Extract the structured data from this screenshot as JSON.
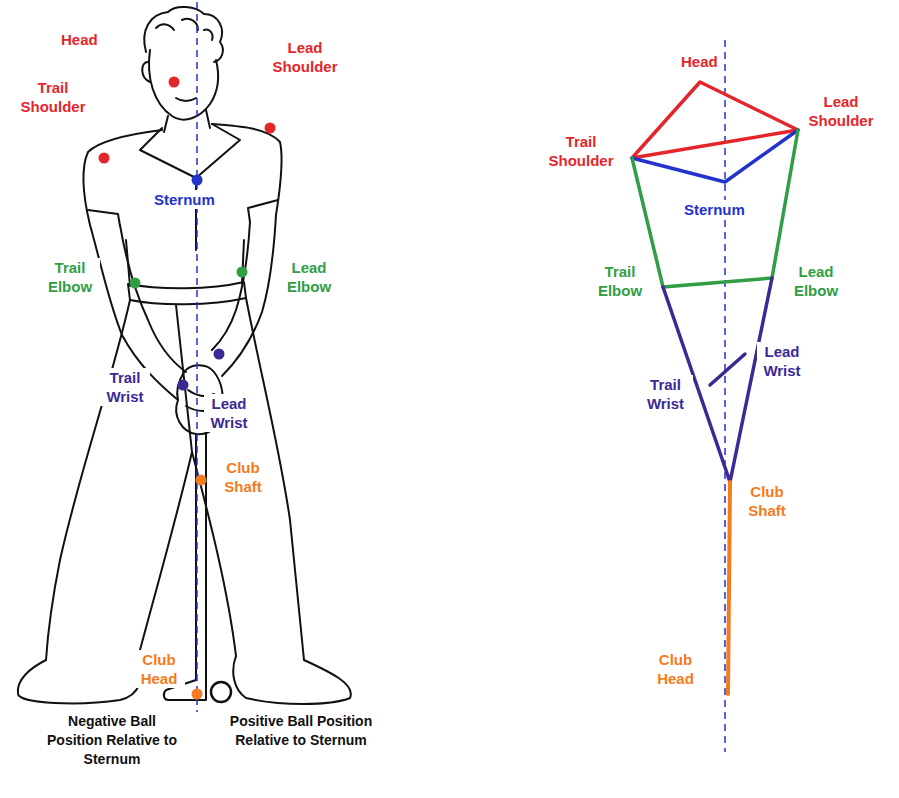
{
  "diagram": {
    "labels": [
      "Head",
      "Trail Shoulder",
      "Lead Shoulder",
      "Sternum",
      "Trail Elbow",
      "Lead Elbow",
      "Trail Wrist",
      "Lead Wrist",
      "Club Shaft",
      "Club Head",
      "Negative Ball Position Relative to Sternum",
      "Positive Ball Position Relative to Sternum",
      "Head",
      "Lead Shoulder",
      "Trail Shoulder",
      "Sternum",
      "Trail Elbow",
      "Lead Elbow",
      "Lead Wrist",
      "Trail Wrist",
      "Club Shaft",
      "Club Head"
    ]
  }
}
